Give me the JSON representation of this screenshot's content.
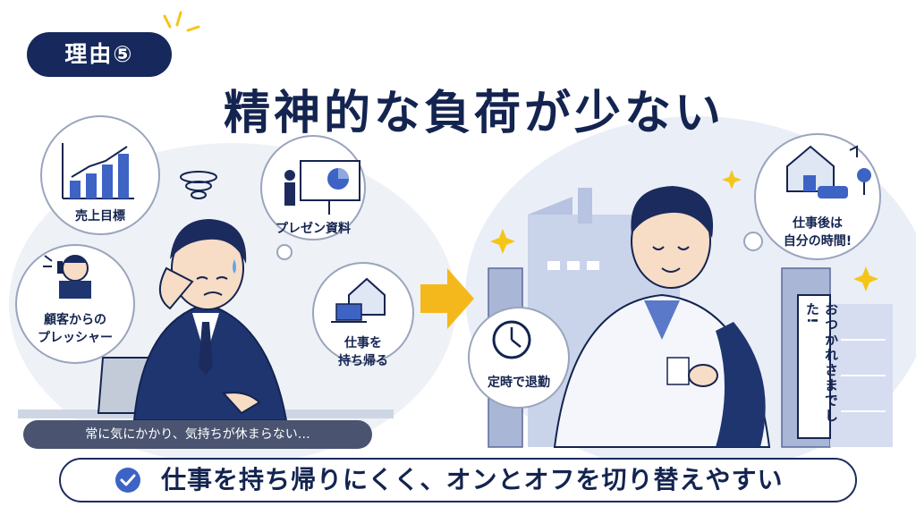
{
  "badge": {
    "label": "理由⑤"
  },
  "title": "精神的な負荷が少ない",
  "left_scene": {
    "bubbles": {
      "sales_target": "売上目標",
      "presentation": "プレゼン資料",
      "customer_pressure_line1": "顧客からの",
      "customer_pressure_line2": "プレッシャー",
      "take_work_home_line1": "仕事を",
      "take_work_home_line2": "持ち帰る"
    },
    "caption": "常に気にかかり、気持ちが休まらない…"
  },
  "right_scene": {
    "bubbles": {
      "on_time_leave": "定時で退勤",
      "after_work_line1": "仕事後は",
      "after_work_line2": "自分の時間!"
    },
    "sign": "おつかれさまでした!"
  },
  "bottom": {
    "message": "仕事を持ち帰りにくく、オンとオフを切り替えやすい"
  },
  "colors": {
    "navy": "#16285c",
    "arrow": "#f5b81c",
    "accent_blue": "#3d63c4"
  }
}
